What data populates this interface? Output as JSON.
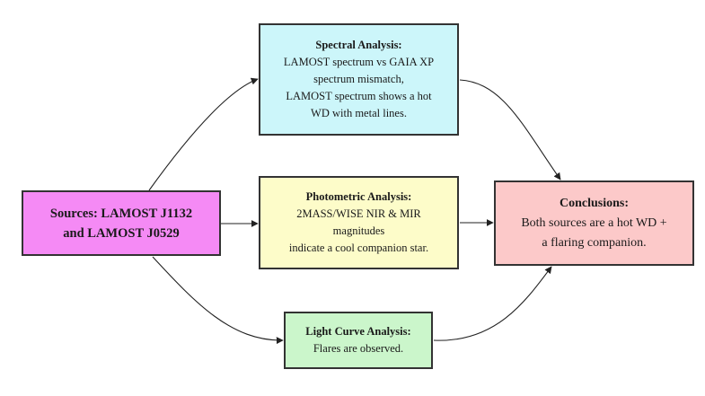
{
  "nodes": {
    "sources": {
      "lines": [
        "Sources: LAMOST J1132",
        "and LAMOST J0529"
      ],
      "color": "#f58af5"
    },
    "spectral": {
      "title": "Spectral Analysis:",
      "lines": [
        "LAMOST spectrum vs GAIA XP",
        "spectrum mismatch,",
        "LAMOST spectrum shows a hot",
        "WD with metal lines."
      ],
      "color": "#ccf6fa"
    },
    "photometric": {
      "title": "Photometric Analysis:",
      "lines": [
        "2MASS/WISE NIR & MIR",
        "magnitudes",
        "indicate a cool companion star."
      ],
      "color": "#fdfcc9"
    },
    "lightcurve": {
      "title": "Light Curve Analysis:",
      "lines": [
        "Flares are observed."
      ],
      "color": "#cbf6cb"
    },
    "conclusions": {
      "title": "Conclusions:",
      "lines": [
        "Both sources are a hot WD +",
        "a flaring companion."
      ],
      "color": "#fcc9c9"
    }
  },
  "edges": [
    {
      "from": "sources",
      "to": "spectral"
    },
    {
      "from": "sources",
      "to": "photometric"
    },
    {
      "from": "sources",
      "to": "lightcurve"
    },
    {
      "from": "spectral",
      "to": "conclusions"
    },
    {
      "from": "photometric",
      "to": "conclusions"
    },
    {
      "from": "lightcurve",
      "to": "conclusions"
    }
  ]
}
